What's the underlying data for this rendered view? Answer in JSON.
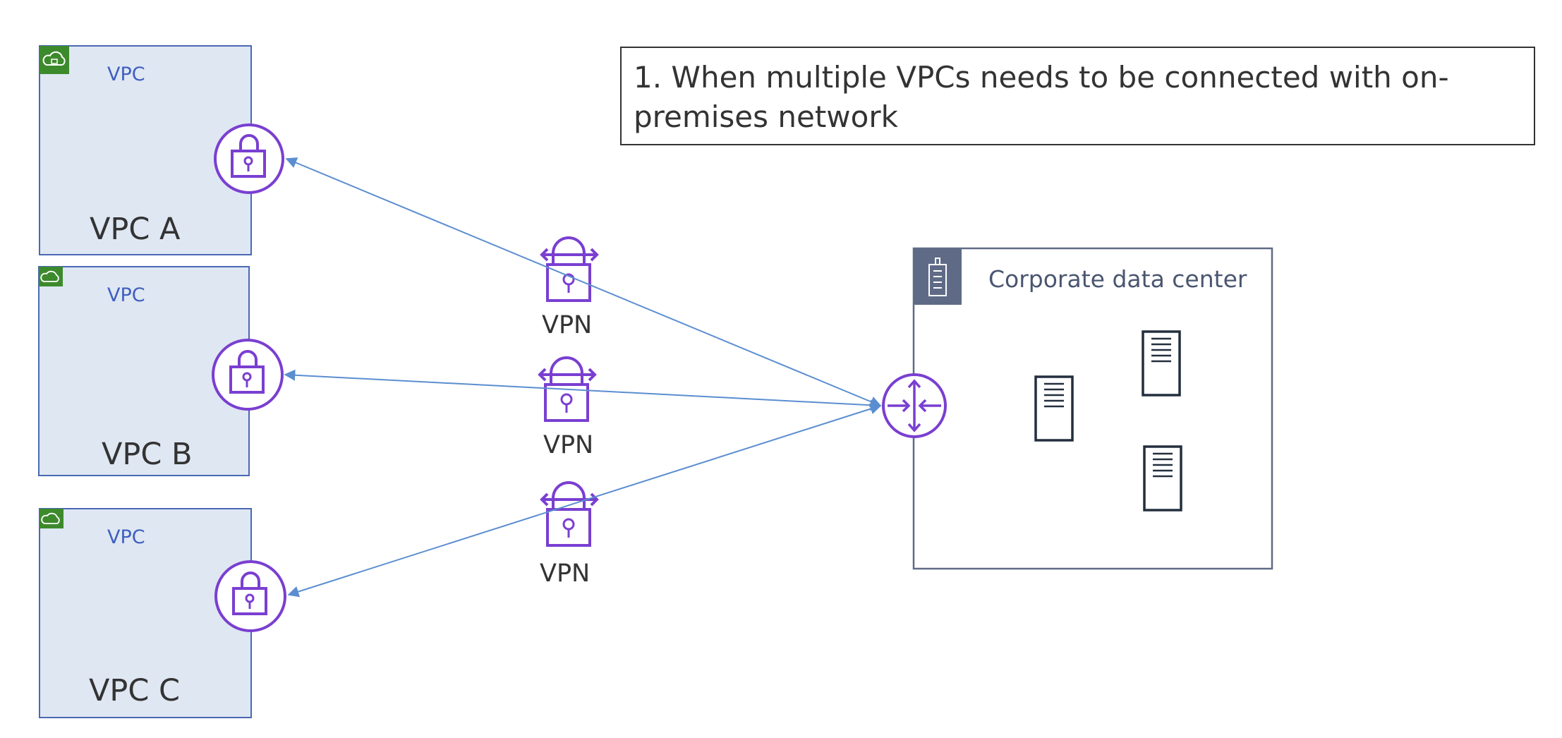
{
  "note": {
    "line1": "1. When multiple VPCs needs to be connected with on-",
    "line2": "premises network"
  },
  "vpcs": [
    {
      "tag": "VPC",
      "name": "VPC A"
    },
    {
      "tag": "VPC",
      "name": "VPC B"
    },
    {
      "tag": "VPC",
      "name": "VPC C"
    }
  ],
  "vpn_labels": [
    "VPN",
    "VPN",
    "VPN"
  ],
  "data_center": {
    "title": "Corporate data center"
  },
  "icons": {
    "vpc_badge": "cloud-lock-icon",
    "vpn_gateway": "padlock-circle-icon",
    "vpn": "vpn-lock-icon",
    "router": "router-icon",
    "building": "building-icon",
    "server": "server-icon"
  },
  "colors": {
    "vpc_fill": "#dfe7f3",
    "vpc_border": "#4a68b4",
    "vpc_badge": "#3d8a2c",
    "vpn_purple": "#7a3fd1",
    "connector": "#5b8ed0",
    "dc_border": "#5f6b86",
    "dc_badge": "#5f6b86",
    "server_stroke": "#232f3e"
  }
}
